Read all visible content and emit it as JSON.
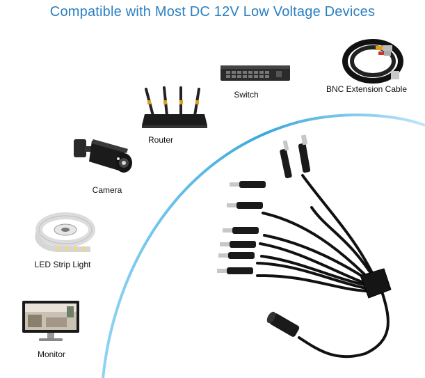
{
  "headline": "Compatible with Most DC 12V Low Voltage Devices",
  "devices": [
    {
      "label": "Switch",
      "icon": "network-switch-icon"
    },
    {
      "label": "BNC Extension Cable",
      "icon": "bnc-cable-coil-icon"
    },
    {
      "label": "Router",
      "icon": "wifi-router-icon"
    },
    {
      "label": "Camera",
      "icon": "security-camera-icon"
    },
    {
      "label": "LED Strip Light",
      "icon": "led-strip-reel-icon"
    },
    {
      "label": "Monitor",
      "icon": "monitor-icon"
    }
  ],
  "colors": {
    "headline": "#2a7fc1",
    "arc": "#3aa8dc",
    "cable": "#111111"
  },
  "product": "1-to-8 DC power splitter cable (icon)"
}
